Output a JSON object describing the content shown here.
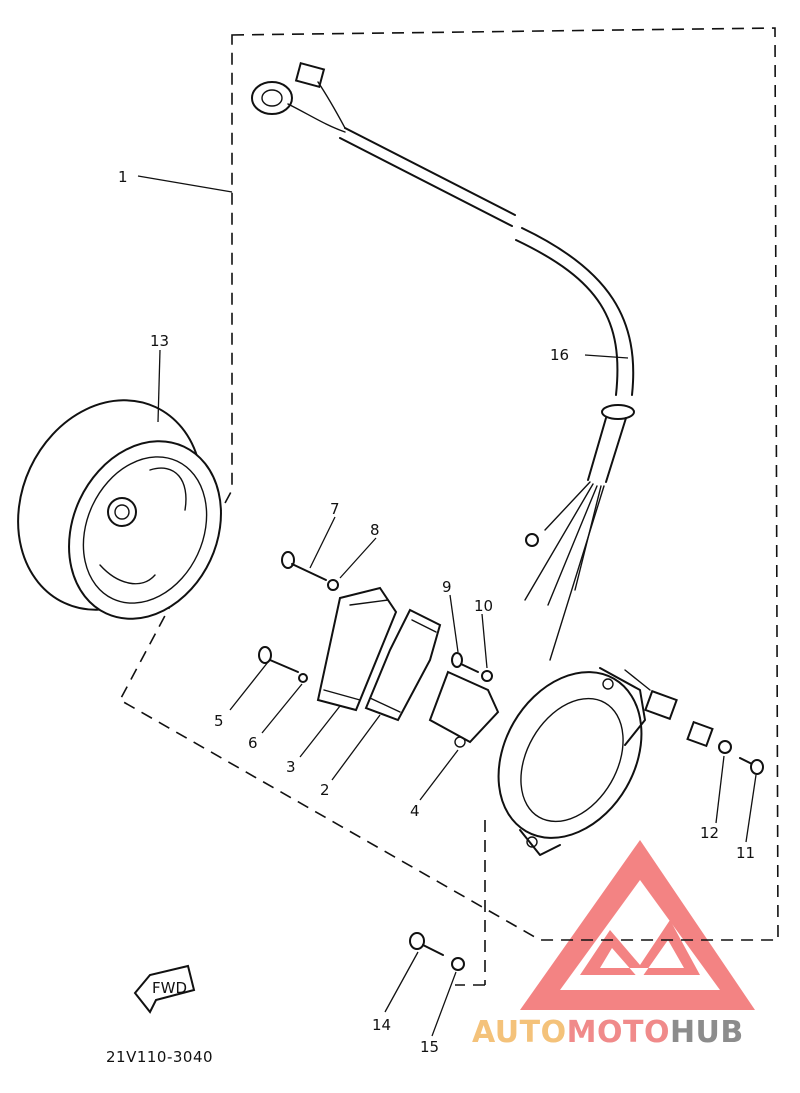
{
  "diagram": {
    "callouts": {
      "c1": "1",
      "c2": "2",
      "c3": "3",
      "c4": "4",
      "c5": "5",
      "c6": "6",
      "c7": "7",
      "c8": "8",
      "c9": "9",
      "c10": "10",
      "c11": "11",
      "c12": "12",
      "c13": "13",
      "c14": "14",
      "c15": "15",
      "c16": "16"
    },
    "fwd_arrow_label": "FWD",
    "figure_code": "21V110-3040"
  },
  "watermark": {
    "part1": "AUTO",
    "part2": "MOTO",
    "part3": "HUB",
    "colors": {
      "auto": "#f4c27a",
      "moto": "#f08a8a",
      "hub": "#8c8c8c",
      "logo": "#f05a5a"
    }
  }
}
